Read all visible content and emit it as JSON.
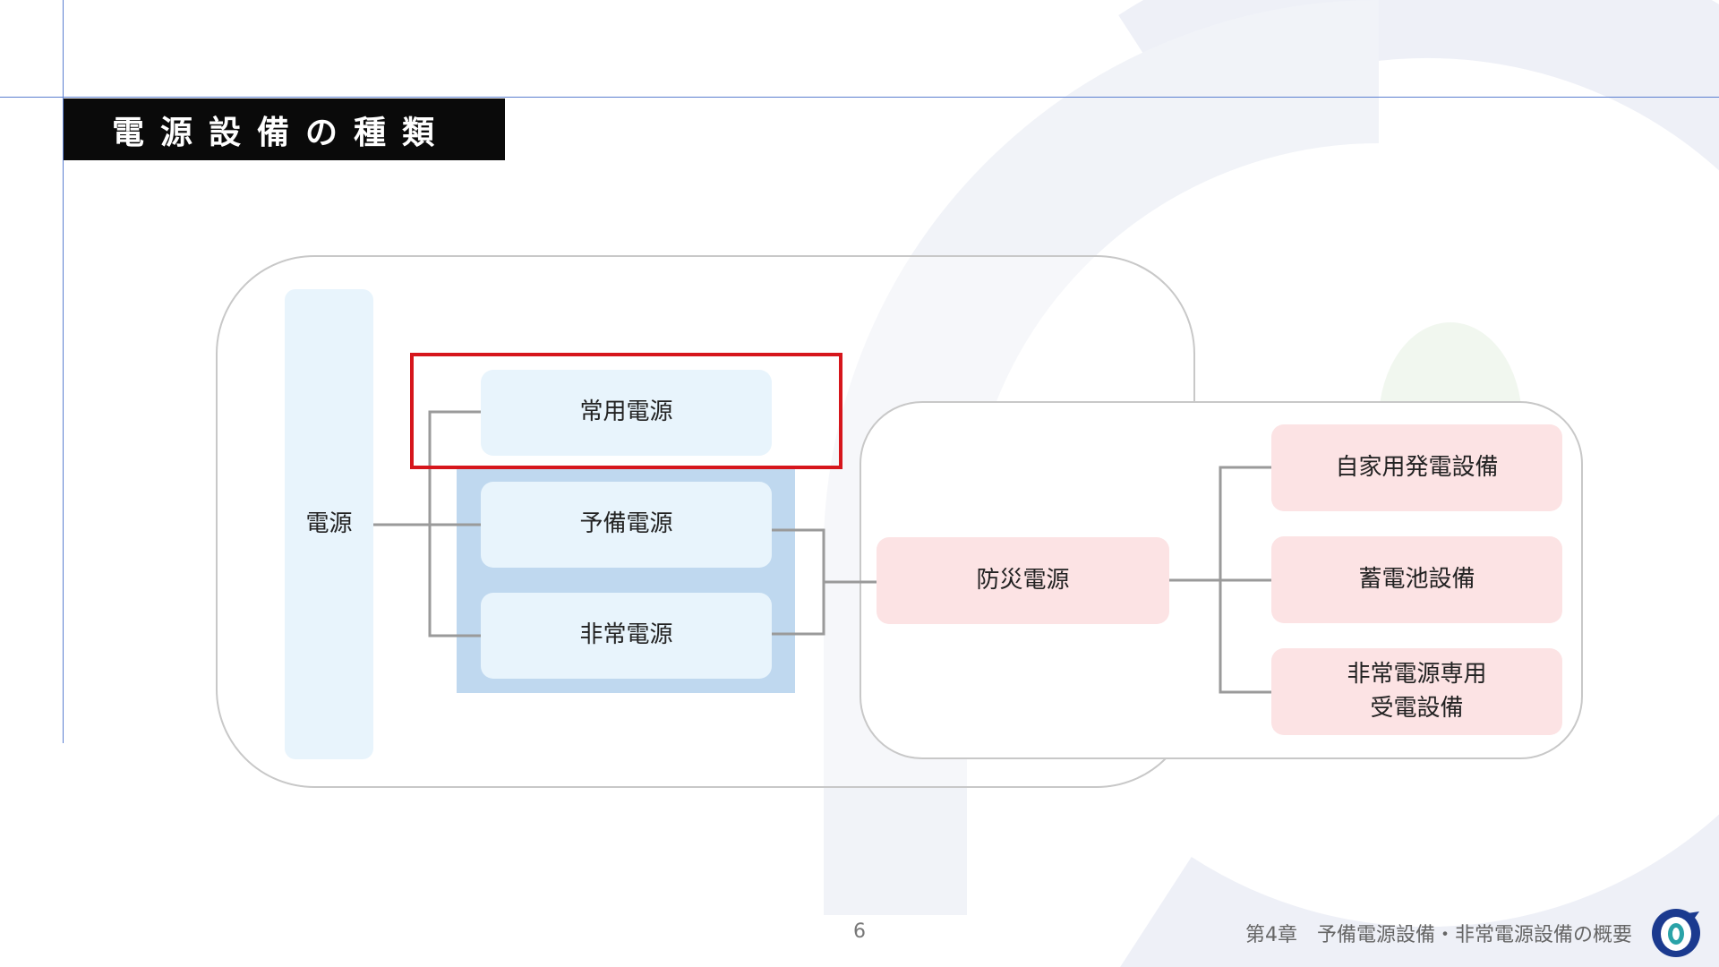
{
  "slide": {
    "title": "電源設備の種類",
    "page_number": "6",
    "footer": "第4章　予備電源設備・非常電源設備の概要"
  },
  "diagram": {
    "root": "電源",
    "branches": [
      "常用電源",
      "予備電源",
      "非常電源"
    ],
    "merge_target": "防災電源",
    "leaves": [
      "自家用発電設備",
      "蓄電池設備",
      "非常電源専用\n受電設備"
    ],
    "highlighted": "常用電源"
  },
  "colors": {
    "accent_line": "#5b7fd0",
    "highlight": "#d6161c",
    "blue_node": "#e8f4fc",
    "backup_group": "#bfd8ef",
    "pink_node": "#fce3e4",
    "logo_navy": "#1b3a8f",
    "logo_teal": "#2aa3a8"
  }
}
